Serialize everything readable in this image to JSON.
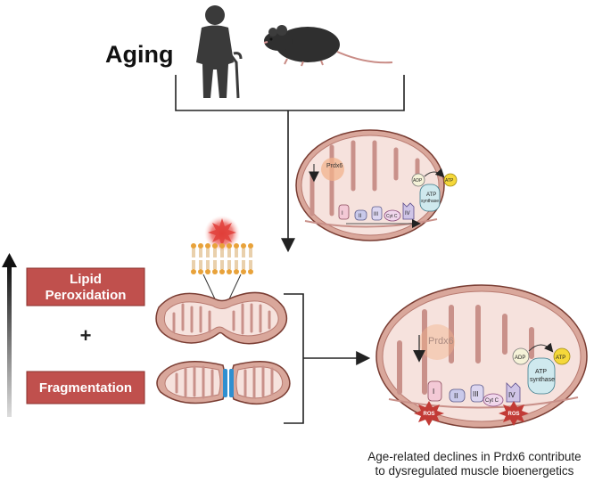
{
  "header": {
    "title": "Aging"
  },
  "labels": {
    "lipid_line1": "Lipid",
    "lipid_line2": "Peroxidation",
    "plus": "+",
    "fragmentation": "Fragmentation"
  },
  "mito_top": {
    "prdx6": "Prdx6",
    "adp": "ADP",
    "atp": "ATP",
    "atp_synthase_line1": "ATP",
    "atp_synthase_line2": "synthase",
    "complexes": [
      "I",
      "II",
      "III",
      "Cyt C",
      "IV"
    ]
  },
  "mito_big": {
    "prdx6": "Prdx6",
    "adp": "ADP",
    "atp": "ATP",
    "atp_synthase_line1": "ATP",
    "atp_synthase_line2": "synthase",
    "complexes": [
      "I",
      "II",
      "III",
      "Cyt C",
      "IV"
    ],
    "ros": "ROS"
  },
  "caption": {
    "line1": "Age-related declines in Prdx6 contribute",
    "line2": "to dysregulated muscle bioenergetics"
  },
  "colors": {
    "membrane_fill": "#d9a79b",
    "membrane_stroke": "#7a3d33",
    "mito_inner": "#f6e2dd",
    "label_red": "#c0504d",
    "ros_red": "#c23b36",
    "prdx6_orange": "#f2b38c",
    "atp_yellow": "#f5d83a",
    "synthase_blue": "#cfe9ee",
    "complex_purple": "#cfc4e6",
    "fragment_blue": "#2f8fd0"
  }
}
